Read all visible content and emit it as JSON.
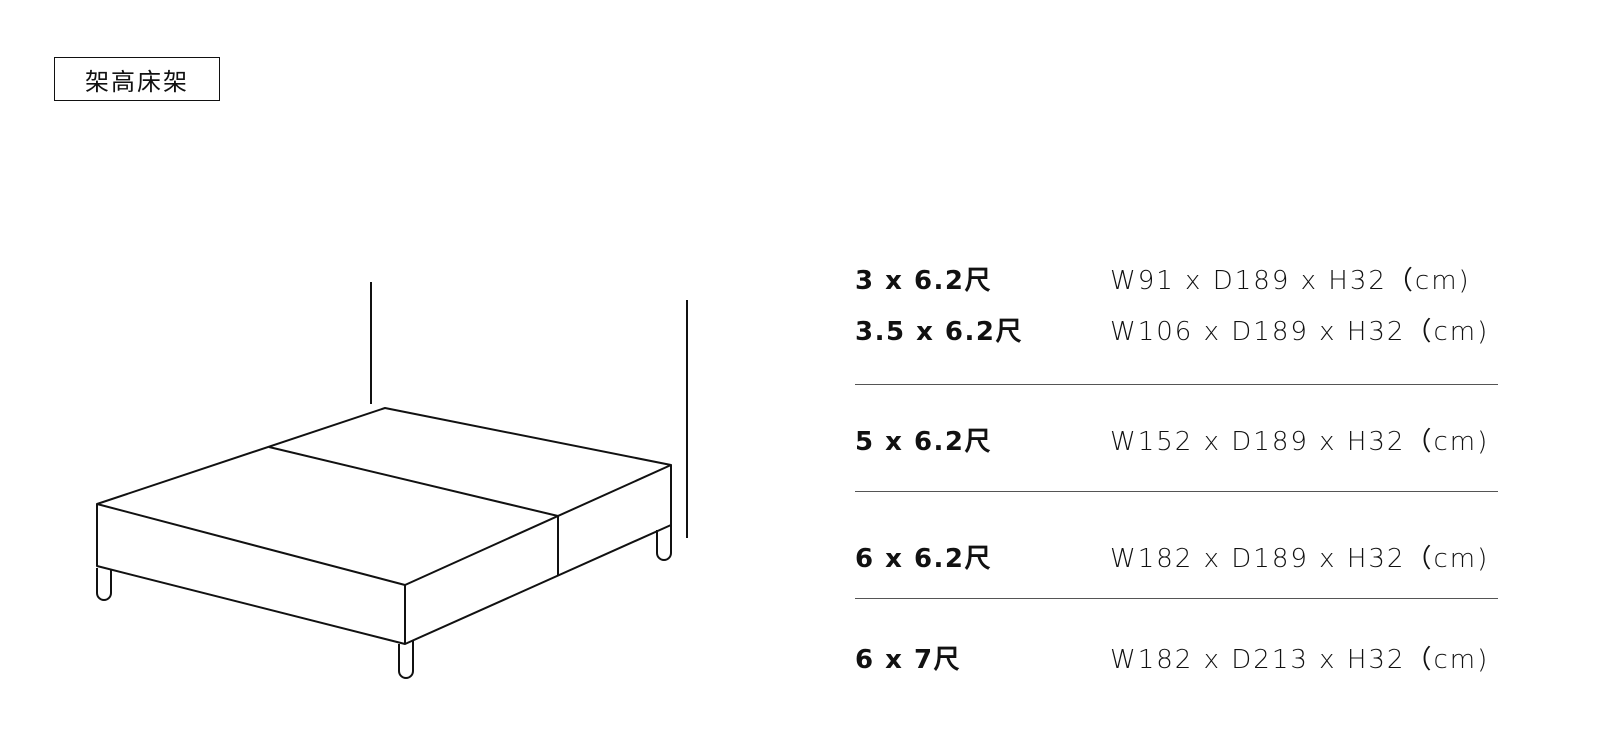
{
  "title": "架高床架",
  "sizes": [
    {
      "size": "3 x 6.2尺",
      "dims": "W91 x D189 x H32（cm)"
    },
    {
      "size": "3.5 x 6.2尺",
      "dims": "W106 x D189 x H32（cm)"
    },
    {
      "size": "5 x 6.2尺",
      "dims": "W152 x D189 x H32（cm)"
    },
    {
      "size": "6 x 6.2尺",
      "dims": "W182 x D189 x H32（cm)"
    },
    {
      "size": "6 x 7尺",
      "dims": "W182 x D213 x H32（cm)"
    }
  ]
}
